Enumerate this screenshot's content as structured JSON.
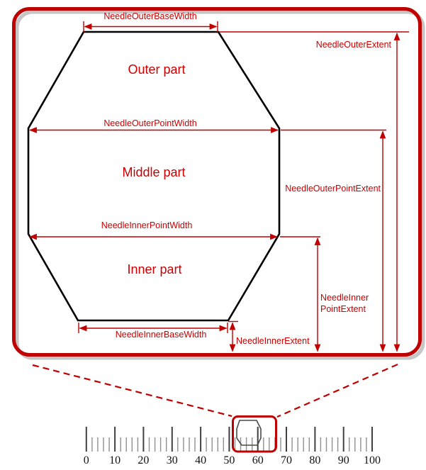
{
  "colors": {
    "accent": "#C00000",
    "label": "#CC0000",
    "shape_outline": "#000000",
    "needle_outline": "#4A4A4A",
    "major_tick": "#404040",
    "minor_tick": "#909090",
    "shadow": "#B3B3B3",
    "tick_label": "#111111"
  },
  "zoom_panel": {
    "parts": {
      "outer": "Outer part",
      "middle": "Middle part",
      "inner": "Inner part"
    },
    "dimensions": {
      "outer_base_width": "NeedleOuterBaseWidth",
      "outer_extent": "NeedleOuterExtent",
      "outer_point_width": "NeedleOuterPointWidth",
      "outer_point_extent": "NeedleOuterPointExtent",
      "inner_point_width": "NeedleInnerPointWidth",
      "inner_point_extent_line1": "NeedleInner",
      "inner_point_extent_line2": "PointExtent",
      "inner_base_width": "NeedleInnerBaseWidth",
      "inner_extent": "NeedleInnerExtent"
    }
  },
  "ruler": {
    "min": 0,
    "max": 100,
    "major_step": 10,
    "minor_step": 2,
    "labels": [
      "0",
      "10",
      "20",
      "30",
      "40",
      "50",
      "60",
      "70",
      "80",
      "90",
      "100"
    ],
    "needle_value": 57
  }
}
